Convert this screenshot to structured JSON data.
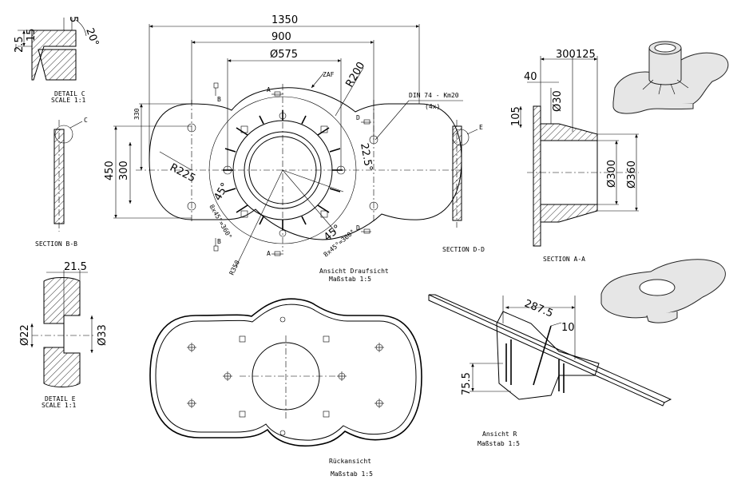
{
  "views": {
    "plan": {
      "title": "Ansicht Draufsicht",
      "scale": "Maßstab 1:5",
      "dims": {
        "overall_width": "1350",
        "bolt_span": "900",
        "hub_dia": "Ø575",
        "corner_radius": "R200",
        "lobe_radius": "R225",
        "height_outer": "450",
        "height_inner": "300",
        "height_top": "330",
        "outer_radius": "R350",
        "angle_a": "22.5°",
        "angle_b": "45°",
        "angle_c": "45°",
        "pattern_a": "8x45°=360°",
        "pattern_b": "8x45°=360°"
      },
      "callout": "DIN 74 - Km20",
      "callout_qty": "(4x)",
      "arrow_label": "ZAF",
      "section_markers": {
        "a": "A",
        "b": "B",
        "d": "D"
      }
    },
    "detail_c": {
      "title": "DETAIL C",
      "scale": "SCALE 1:1",
      "dims": {
        "d1": "5",
        "d2": "15",
        "d3": "2.5",
        "angle": "20°"
      }
    },
    "section_bb": {
      "title": "SECTION B-B",
      "marker": "C"
    },
    "section_dd": {
      "title": "SECTION D-D",
      "marker": "E"
    },
    "section_aa": {
      "title": "SECTION A-A",
      "dims": {
        "width": "300",
        "width2": "125",
        "flange": "40",
        "bore": "Ø30",
        "height": "105",
        "inner": "Ø300",
        "outer": "Ø360"
      }
    },
    "detail_e": {
      "title": "DETAIL E",
      "scale": "SCALE 1:1",
      "dims": {
        "width": "21.5",
        "d_small": "Ø22",
        "d_large": "Ø33"
      }
    },
    "rueckansicht": {
      "title": "Rückansicht",
      "scale": "Maßstab 1:5"
    },
    "ansicht_r": {
      "title": "Ansicht R",
      "scale": "Maßstab 1:5",
      "dims": {
        "length": "287.5",
        "thickness": "10",
        "height": "75.5"
      }
    }
  }
}
